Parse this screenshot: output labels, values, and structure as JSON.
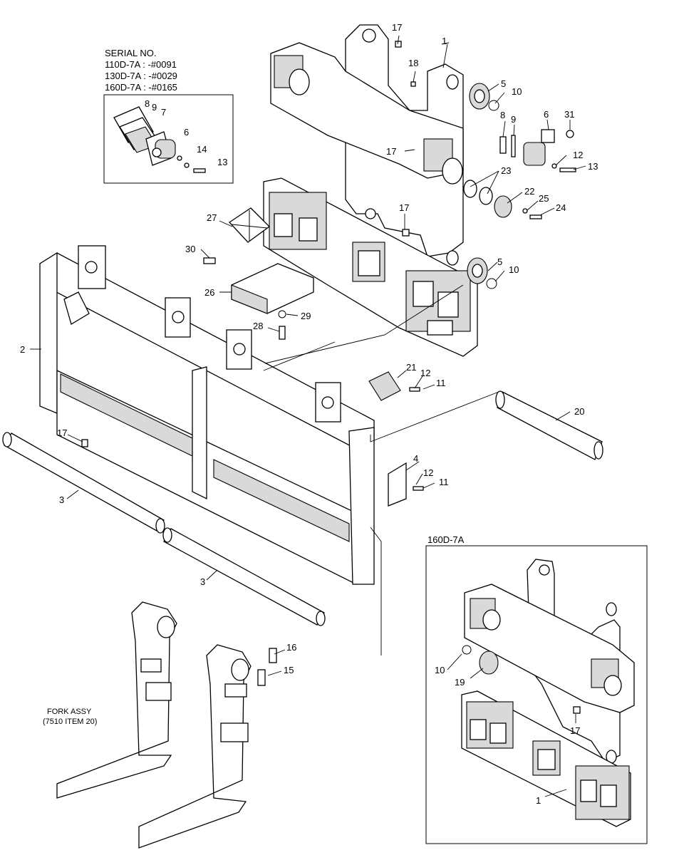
{
  "serial_block": {
    "heading": "SERIAL NO.",
    "lines": [
      "110D-7A : -#0091",
      "130D-7A : -#0029",
      "160D-7A : -#0165"
    ]
  },
  "inset_160": {
    "heading": "160D-7A"
  },
  "fork_assy": {
    "line1": "FORK ASSY",
    "line2": "(7510 ITEM 20)"
  },
  "callouts": {
    "c1a": "1",
    "c1b": "1",
    "c2": "2",
    "c3a": "3",
    "c3b": "3",
    "c4": "4",
    "c5a": "5",
    "c5b": "5",
    "c6a": "6",
    "c6b": "6",
    "c7": "7",
    "c8a": "8",
    "c8b": "8",
    "c9a": "9",
    "c9b": "9",
    "c10a": "10",
    "c10b": "10",
    "c10c": "10",
    "c11a": "11",
    "c11b": "11",
    "c12a": "12",
    "c12b": "12",
    "c12c": "12",
    "c13a": "13",
    "c13b": "13",
    "c14": "14",
    "c15": "15",
    "c16": "16",
    "c17a": "17",
    "c17b": "17",
    "c17c": "17",
    "c17d": "17",
    "c17e": "17",
    "c18": "18",
    "c19": "19",
    "c20": "20",
    "c21": "21",
    "c22": "22",
    "c23": "23",
    "c24": "24",
    "c25": "25",
    "c26": "26",
    "c27": "27",
    "c28": "28",
    "c29": "29",
    "c30": "30",
    "c31": "31"
  }
}
